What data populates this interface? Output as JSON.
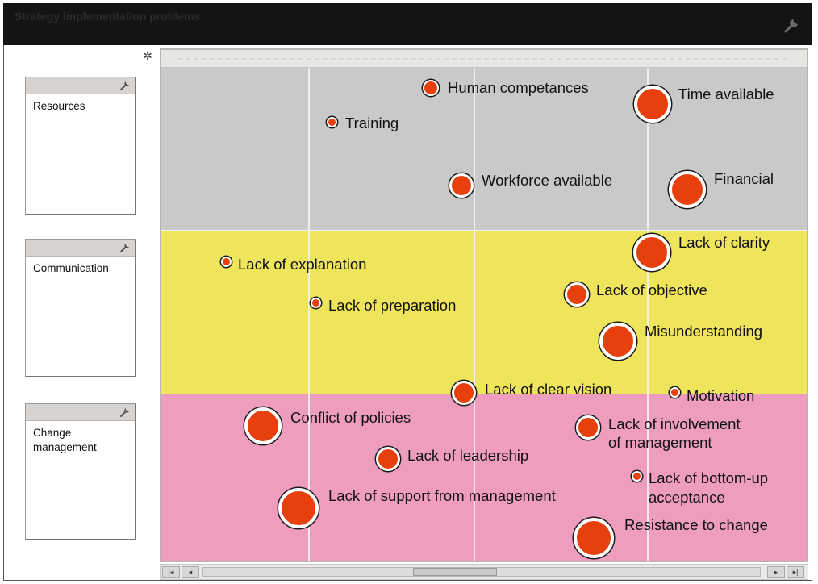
{
  "window": {
    "title": "Strategy implementation problems"
  },
  "categories": [
    {
      "label": "Resources",
      "color": "#c9c9c9"
    },
    {
      "label": "Communication",
      "color": "#efe55c"
    },
    {
      "label": "Change management",
      "color": "#ee9dbf"
    }
  ],
  "points": [
    {
      "label": "Human competances",
      "size": "small"
    },
    {
      "label": "Time available",
      "size": "large"
    },
    {
      "label": "Training",
      "size": "tiny"
    },
    {
      "label": "Workforce available",
      "size": "medium"
    },
    {
      "label": "Financial",
      "size": "large"
    },
    {
      "label": "Lack of clarity",
      "size": "large"
    },
    {
      "label": "Lack of explanation",
      "size": "tiny"
    },
    {
      "label": "Lack of objective",
      "size": "medium"
    },
    {
      "label": "Lack of preparation",
      "size": "tiny"
    },
    {
      "label": "Misunderstanding",
      "size": "large"
    },
    {
      "label": "Lack of clear vision",
      "size": "medium"
    },
    {
      "label": "Motivation",
      "size": "tiny"
    },
    {
      "label": "Conflict of policies",
      "size": "large"
    },
    {
      "label": "Lack of involvement",
      "label2": "of management",
      "size": "medium"
    },
    {
      "label": "Lack of leadership",
      "size": "medium"
    },
    {
      "label": "Lack of bottom-up",
      "label2": "acceptance",
      "size": "tiny"
    },
    {
      "label": "Lack of support from management",
      "size": "xlarge"
    },
    {
      "label": "Resistance to change",
      "size": "xlarge"
    }
  ],
  "icons": {
    "settings": "wrench-icon",
    "close": "close-icon"
  },
  "colors": {
    "marker": "#e8400c",
    "titlebar": "#141414"
  }
}
